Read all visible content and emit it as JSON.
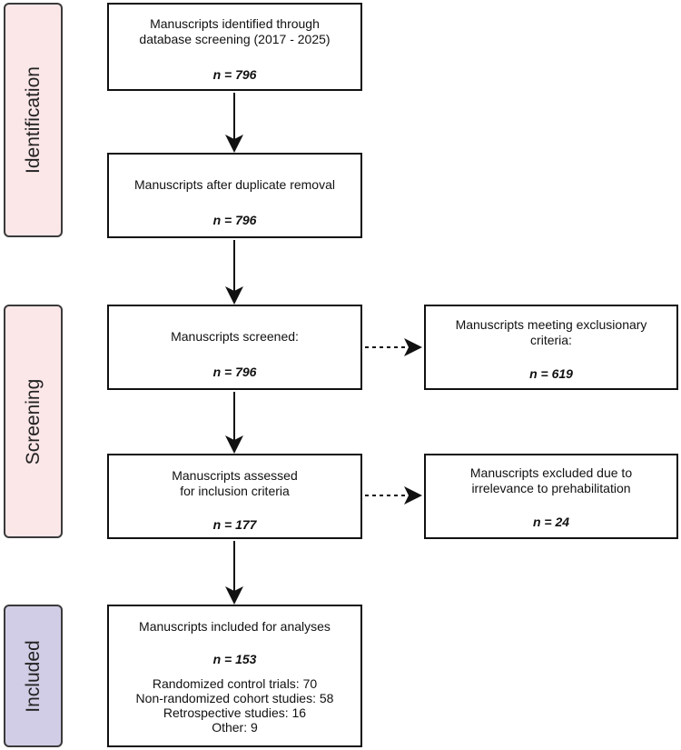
{
  "phases": {
    "identification": "Identification",
    "screening": "Screening",
    "included": "Included"
  },
  "boxes": {
    "identified": {
      "line1": "Manuscripts identified through",
      "line2": "database screening (2017 - 2025)",
      "count": "n = 796"
    },
    "duplicates": {
      "line1": "Manuscripts after duplicate removal",
      "count": "n = 796"
    },
    "screened": {
      "line1": "Manuscripts screened:",
      "count": "n = 796"
    },
    "exclusionary": {
      "line1": "Manuscripts meeting exclusionary",
      "line2": "criteria:",
      "count": "n = 619"
    },
    "assessed": {
      "line1": "Manuscripts assessed",
      "line2": "for inclusion criteria",
      "count": "n = 177"
    },
    "excluded": {
      "line1": "Manuscripts excluded due to",
      "line2": "irrelevance to prehabilitation",
      "count": "n = 24"
    },
    "included": {
      "line1": "Manuscripts included for analyses",
      "count": "n = 153",
      "details": [
        "Randomized control trials: 70",
        "Non-randomized cohort studies: 58",
        "Retrospective studies: 16",
        "Other: 9"
      ]
    }
  },
  "colors": {
    "identification_fill": "#fbe6e8",
    "screening_fill": "#fbe6e8",
    "included_fill": "#d2cde6"
  }
}
